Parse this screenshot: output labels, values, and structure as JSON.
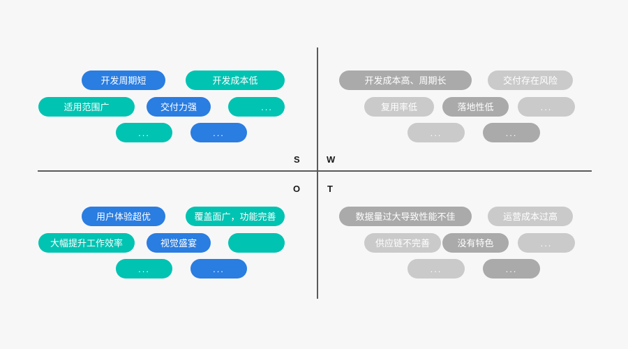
{
  "diagram": {
    "type": "swot-matrix",
    "background_color": "#f7f7f8",
    "axis_color": "#5a5a5a",
    "palette": {
      "blue": "#2a7de1",
      "teal": "#00c3b2",
      "gray_dark": "#aaaaaa",
      "gray_light": "#cacaca"
    },
    "axis_labels": {
      "s": "S",
      "w": "W",
      "o": "O",
      "t": "T"
    },
    "quadrants": {
      "strengths": {
        "key": "S",
        "items": [
          {
            "label": "开发周期短",
            "color": "blue"
          },
          {
            "label": "开发成本低",
            "color": "teal"
          },
          {
            "label": "适用范围广",
            "color": "teal"
          },
          {
            "label": "交付力强",
            "color": "blue"
          },
          {
            "label": "...",
            "color": "teal"
          },
          {
            "label": "...",
            "color": "teal"
          },
          {
            "label": "...",
            "color": "blue"
          }
        ]
      },
      "weaknesses": {
        "key": "W",
        "items": [
          {
            "label": "开发成本高、周期长",
            "color": "gray-dark"
          },
          {
            "label": "交付存在风险",
            "color": "gray-light"
          },
          {
            "label": "复用率低",
            "color": "gray-light"
          },
          {
            "label": "落地性低",
            "color": "gray-dark"
          },
          {
            "label": "...",
            "color": "gray-light"
          },
          {
            "label": "...",
            "color": "gray-light"
          },
          {
            "label": "...",
            "color": "gray-dark"
          }
        ]
      },
      "opportunities": {
        "key": "O",
        "items": [
          {
            "label": "用户体验超优",
            "color": "blue"
          },
          {
            "label": "覆盖面广，功能完善",
            "color": "teal"
          },
          {
            "label": "大幅提升工作效率",
            "color": "teal"
          },
          {
            "label": "视觉盛宴",
            "color": "blue"
          },
          {
            "label": "",
            "color": "teal"
          },
          {
            "label": "...",
            "color": "teal"
          },
          {
            "label": "...",
            "color": "blue"
          }
        ]
      },
      "threats": {
        "key": "T",
        "items": [
          {
            "label": "数据量过大导致性能不佳",
            "color": "gray-dark"
          },
          {
            "label": "运营成本过高",
            "color": "gray-light"
          },
          {
            "label": "供应链不完善",
            "color": "gray-light"
          },
          {
            "label": "没有特色",
            "color": "gray-dark"
          },
          {
            "label": "...",
            "color": "gray-light"
          },
          {
            "label": "...",
            "color": "gray-light"
          },
          {
            "label": "...",
            "color": "gray-dark"
          }
        ]
      }
    }
  }
}
